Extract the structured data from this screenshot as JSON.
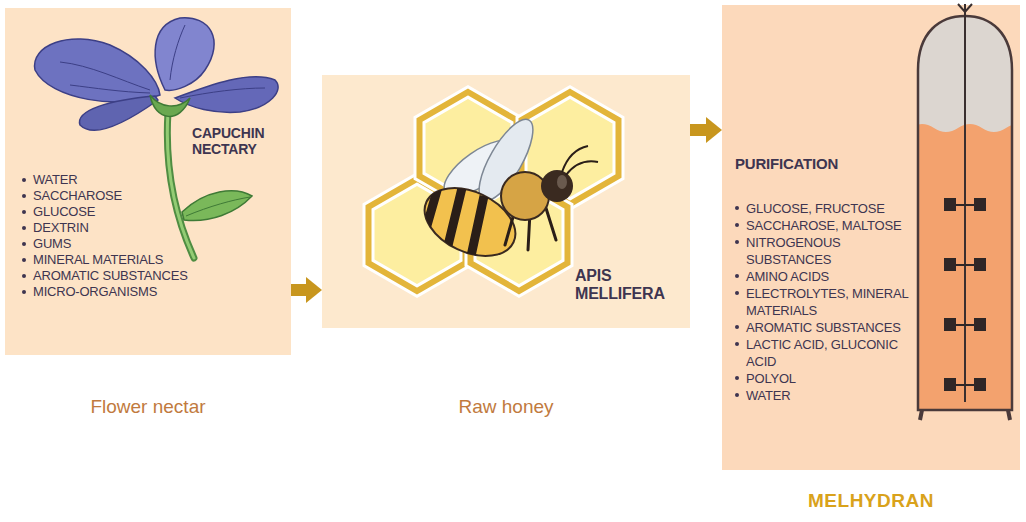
{
  "diagram": {
    "nodes": [
      {
        "text": [
          "CAPUCHIN NECTARY",
          "WATER",
          "SACCHAROSE",
          "GLUCOSE",
          "DEXTRIN",
          "GUMS",
          "MINERAL MATERIALS",
          "AROMATIC SUBSTANCES",
          "MICRO-ORGANISMS",
          "Flower nectar"
        ]
      },
      {
        "text": [
          "APIS MELLIFERA",
          "Raw honey"
        ]
      },
      {
        "text": [
          "PURIFICATION",
          "GLUCOSE, FRUCTOSE",
          "SACCHAROSE, MALTOSE",
          "NITROGENOUS SUBSTANCES",
          "AMINO ACIDS",
          "ELECTROLYTES, MINERAL MATERIALS",
          "AROMATIC SUBSTANCES",
          "LACTIC ACID, GLUCONIC ACID",
          "POLYOL",
          "WATER",
          "MELHYDRAN"
        ]
      }
    ],
    "edges": [
      {
        "from": 0,
        "to": 1,
        "arrow": "to"
      },
      {
        "from": 1,
        "to": 2,
        "arrow": "to"
      }
    ]
  }
}
